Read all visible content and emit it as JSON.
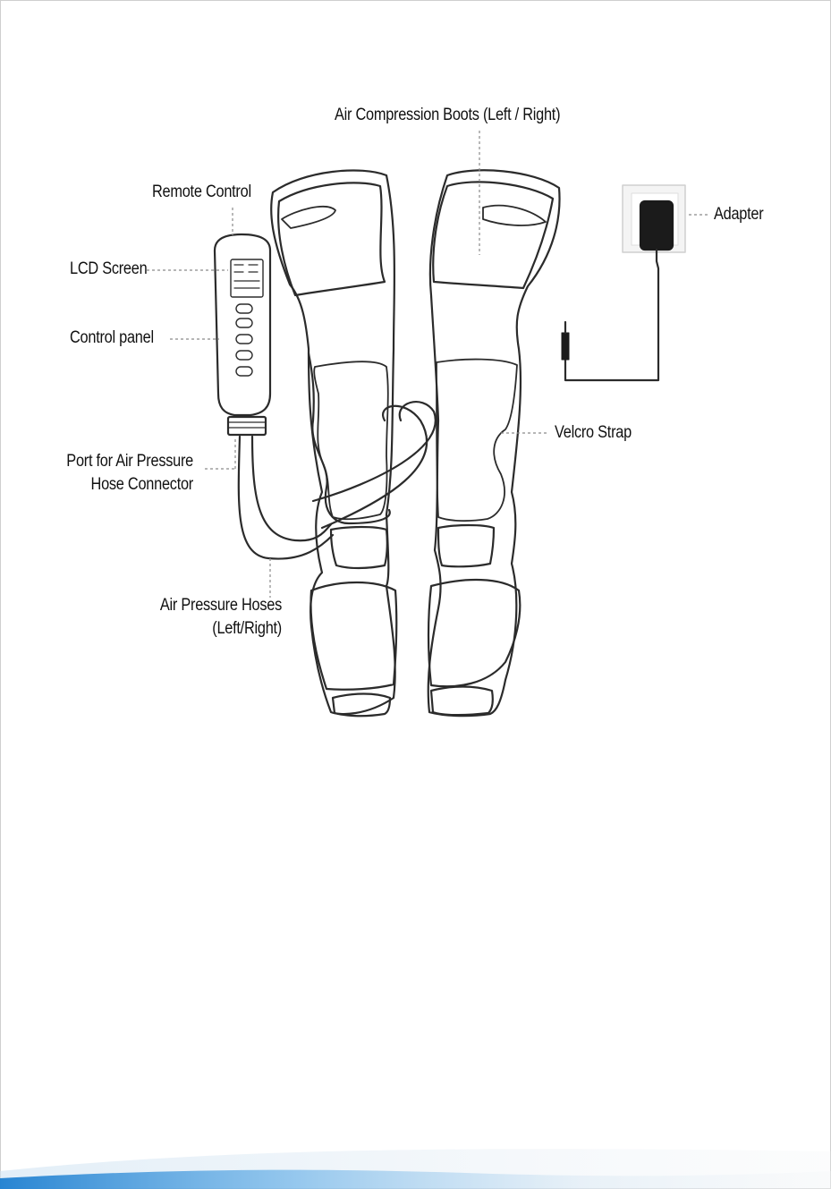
{
  "labels": {
    "boots": "Air Compression Boots (Left / Right)",
    "remote": "Remote Control",
    "lcd": "LCD Screen",
    "control_panel": "Control panel",
    "port_line1": "Port for Air Pressure",
    "port_line2": "Hose Connector",
    "hoses_line1": "Air Pressure Hoses",
    "hoses_line2": "(Left/Right)",
    "velcro": "Velcro Strap",
    "adapter": "Adapter"
  },
  "colors": {
    "line": "#2b2b2b",
    "leader": "#8a8a8a",
    "footer_blue": "#2f8fd8"
  },
  "icons": [
    "remote-control-icon",
    "adapter-icon",
    "boot-left-icon",
    "boot-right-icon"
  ]
}
